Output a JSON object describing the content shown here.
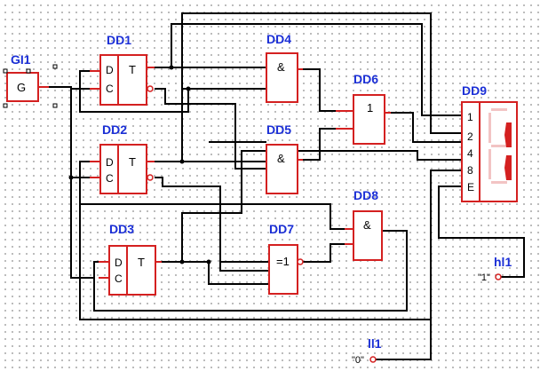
{
  "schematic": {
    "generator": {
      "ref": "GI1",
      "label": "G"
    },
    "flipflops": [
      {
        "ref": "DD1",
        "d": "D",
        "c": "C",
        "q": "T"
      },
      {
        "ref": "DD2",
        "d": "D",
        "c": "C",
        "q": "T"
      },
      {
        "ref": "DD3",
        "d": "D",
        "c": "C",
        "q": "T"
      }
    ],
    "gates": [
      {
        "ref": "DD4",
        "symbol": "&"
      },
      {
        "ref": "DD5",
        "symbol": "&"
      },
      {
        "ref": "DD6",
        "symbol": "1"
      },
      {
        "ref": "DD7",
        "symbol": "=1"
      },
      {
        "ref": "DD8",
        "symbol": "&"
      }
    ],
    "display": {
      "ref": "DD9",
      "pins": [
        "1",
        "2",
        "4",
        "8",
        "E"
      ]
    },
    "probe_high": {
      "ref": "hl1",
      "value": "\"1\""
    },
    "probe_low": {
      "ref": "ll1",
      "value": "\"0\""
    }
  },
  "colors": {
    "component": "#d42020",
    "wire": "#000000",
    "ref_label": "#1b2fd6"
  }
}
